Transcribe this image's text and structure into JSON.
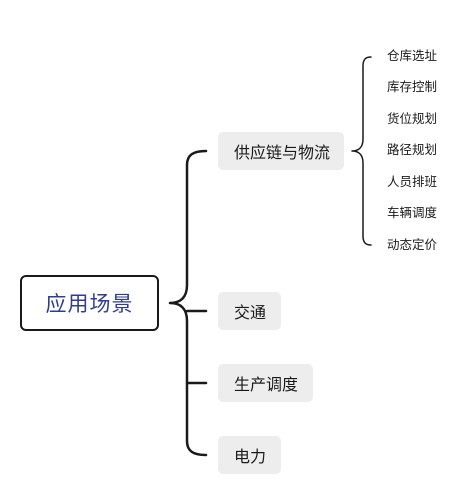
{
  "root": {
    "label": "应用场景"
  },
  "branches": [
    {
      "label": "供应链与物流"
    },
    {
      "label": "交通"
    },
    {
      "label": "生产调度"
    },
    {
      "label": "电力"
    }
  ],
  "leaves": [
    {
      "label": "仓库选址"
    },
    {
      "label": "库存控制"
    },
    {
      "label": "货位规划"
    },
    {
      "label": "路径规划"
    },
    {
      "label": "人员排班"
    },
    {
      "label": "车辆调度"
    },
    {
      "label": "动态定价"
    }
  ],
  "colors": {
    "root_text": "#2f3c8f",
    "root_border": "#1a1a1a",
    "branch_bg": "#ededed",
    "connector": "#1a1a1a"
  }
}
